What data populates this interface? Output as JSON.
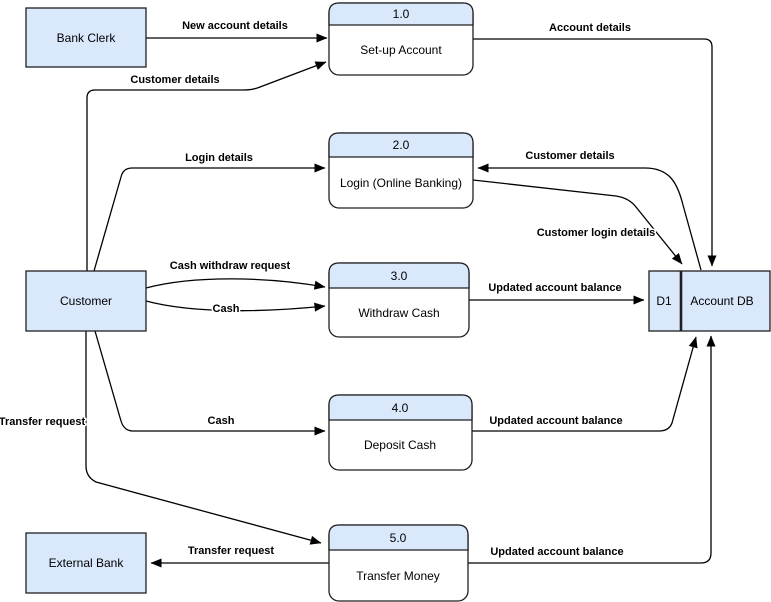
{
  "diagram_type": "data-flow-diagram",
  "colors": {
    "node_fill": "#dae8fc",
    "node_stroke": "#1f1f1f",
    "edge": "#000000",
    "text": "#000000",
    "background": "#ffffff"
  },
  "external_entities": [
    {
      "label": "Bank Clerk"
    },
    {
      "label": "Customer"
    },
    {
      "label": "External Bank"
    }
  ],
  "processes": [
    {
      "number": "1.0",
      "label": "Set-up Account"
    },
    {
      "number": "2.0",
      "label": "Login (Online Banking)"
    },
    {
      "number": "3.0",
      "label": "Withdraw Cash"
    },
    {
      "number": "4.0",
      "label": "Deposit Cash"
    },
    {
      "number": "5.0",
      "label": "Transfer Money"
    }
  ],
  "data_store": {
    "ref": "D1",
    "label": "Account DB"
  },
  "flows": [
    {
      "label": "New account details",
      "from": "Bank Clerk",
      "to": "Set-up Account"
    },
    {
      "label": "Customer details",
      "from": "Customer",
      "to": "Set-up Account"
    },
    {
      "label": "Account details",
      "from": "Set-up Account",
      "to": "Account DB"
    },
    {
      "label": "Login details",
      "from": "Customer",
      "to": "Login (Online Banking)"
    },
    {
      "label": "Customer details",
      "from": "Account DB",
      "to": "Login (Online Banking)"
    },
    {
      "label": "Customer login details",
      "from": "Login (Online Banking)",
      "to": "Account DB"
    },
    {
      "label": "Cash withdraw request",
      "from": "Customer",
      "to": "Withdraw Cash"
    },
    {
      "label": "Cash",
      "from": "Customer",
      "to": "Withdraw Cash"
    },
    {
      "label": "Updated account balance",
      "from": "Withdraw Cash",
      "to": "Account DB"
    },
    {
      "label": "Cash",
      "from": "Customer",
      "to": "Deposit Cash"
    },
    {
      "label": "Updated account balance",
      "from": "Deposit Cash",
      "to": "Account DB"
    },
    {
      "label": "Transfer request",
      "from": "Customer",
      "to": "Transfer Money"
    },
    {
      "label": "Transfer request",
      "from": "Transfer Money",
      "to": "External Bank"
    },
    {
      "label": "Updated account balance",
      "from": "Transfer Money",
      "to": "Account DB"
    }
  ]
}
